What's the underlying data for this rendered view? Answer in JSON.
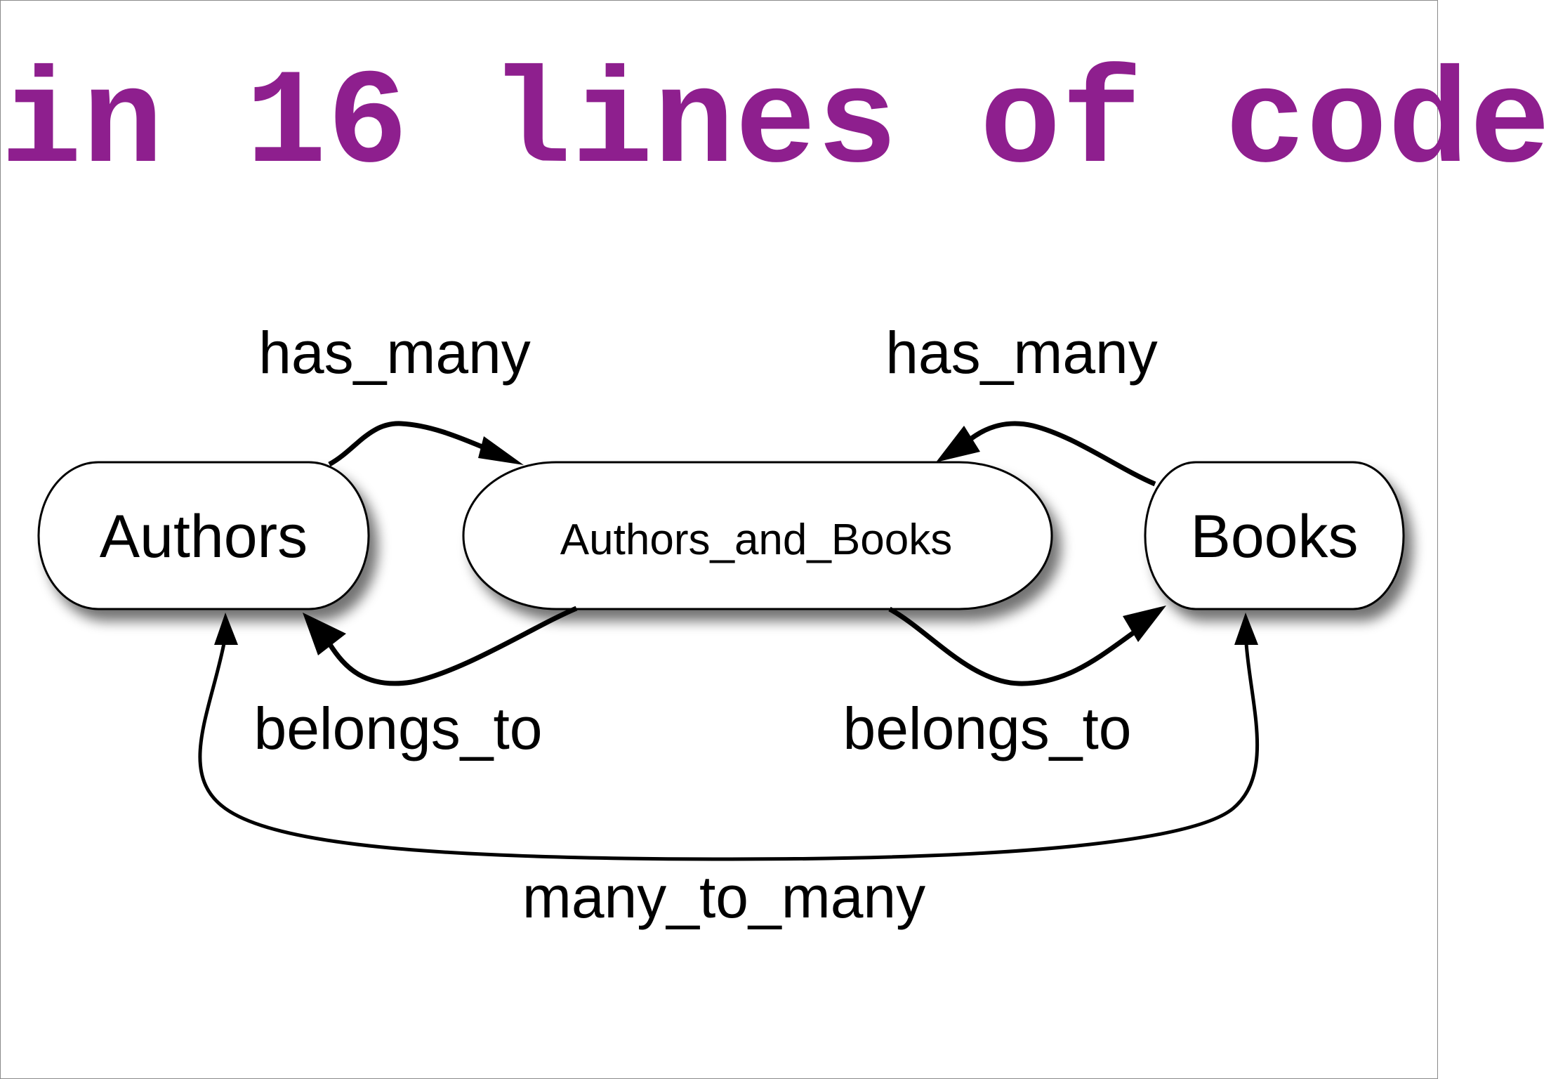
{
  "title": {
    "text": "in 16 lines of code",
    "color": "#8e1f8e"
  },
  "nodes": {
    "authors": {
      "label": "Authors"
    },
    "join": {
      "label": "Authors_and_Books"
    },
    "books": {
      "label": "Books"
    }
  },
  "edges": {
    "authors_has_many": {
      "label": "has_many"
    },
    "books_has_many": {
      "label": "has_many"
    },
    "join_belongs_to_authors": {
      "label": "belongs_to"
    },
    "join_belongs_to_books": {
      "label": "belongs_to"
    },
    "many_to_many": {
      "label": "many_to_many"
    }
  },
  "colors": {
    "node_fill": "#ffffff",
    "node_stroke": "#000000",
    "edge_stroke": "#000000"
  }
}
